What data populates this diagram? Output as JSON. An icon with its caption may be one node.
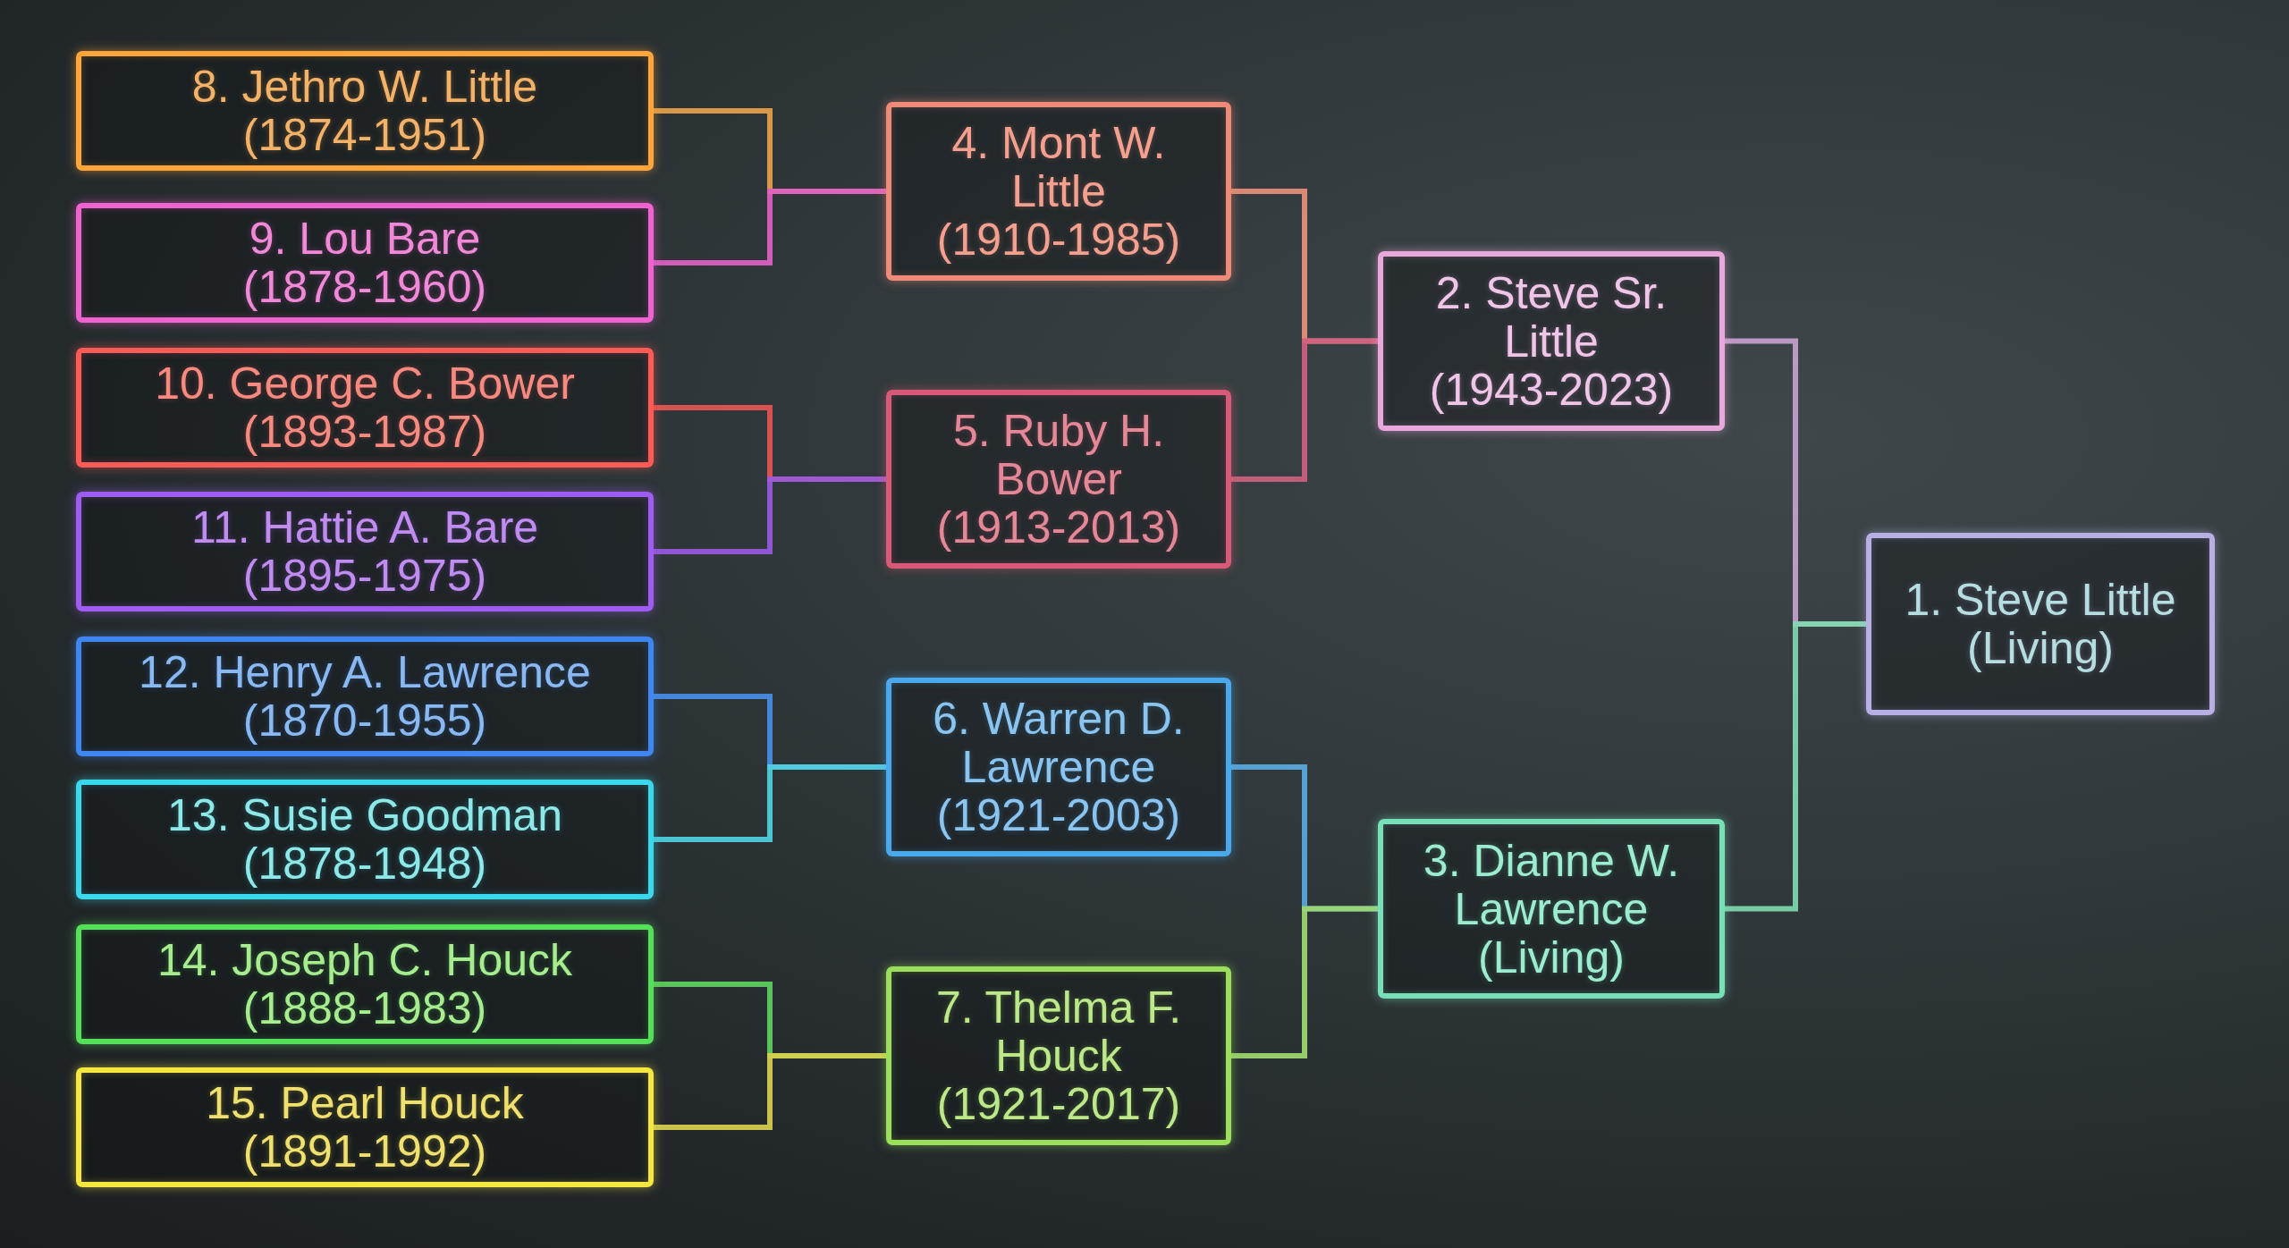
{
  "diagram": {
    "nodes": [
      {
        "text": [
          "8. Jethro W. Little",
          "(1874-1951)"
        ]
      },
      {
        "text": [
          "9. Lou Bare",
          "(1878-1960)"
        ]
      },
      {
        "text": [
          "10. George C. Bower",
          "(1893-1987)"
        ]
      },
      {
        "text": [
          "11. Hattie A. Bare",
          "(1895-1975)"
        ]
      },
      {
        "text": [
          "12. Henry A. Lawrence",
          "(1870-1955)"
        ]
      },
      {
        "text": [
          "13. Susie Goodman",
          "(1878-1948)"
        ]
      },
      {
        "text": [
          "14. Joseph C. Houck",
          "(1888-1983)"
        ]
      },
      {
        "text": [
          "15. Pearl Houck",
          "(1891-1992)"
        ]
      },
      {
        "text": [
          "4. Mont W. Little",
          "(1910-1985)"
        ]
      },
      {
        "text": [
          "5. Ruby H. Bower",
          "(1913-2013)"
        ]
      },
      {
        "text": [
          "6. Warren D. Lawrence",
          "(1921-2003)"
        ]
      },
      {
        "text": [
          "7. Thelma F. Houck",
          "(1921-2017)"
        ]
      },
      {
        "text": [
          "2. Steve Sr. Little",
          "(1943-2023)"
        ]
      },
      {
        "text": [
          "3. Dianne W. Lawrence",
          "(Living)"
        ]
      },
      {
        "text": [
          "1. Steve Little",
          "(Living)"
        ]
      }
    ],
    "edges": [
      {
        "from": 0,
        "to": 8,
        "arrow": "none",
        "color": "#e8a04a"
      },
      {
        "from": 1,
        "to": 8,
        "arrow": "none",
        "color": "#e060c4"
      },
      {
        "from": 2,
        "to": 9,
        "arrow": "none",
        "color": "#e85450"
      },
      {
        "from": 3,
        "to": 9,
        "arrow": "none",
        "color": "#9a5ae0"
      },
      {
        "from": 4,
        "to": 10,
        "arrow": "none",
        "color": "#4a8ee8"
      },
      {
        "from": 5,
        "to": 10,
        "arrow": "none",
        "color": "#50d0e0"
      },
      {
        "from": 6,
        "to": 11,
        "arrow": "none",
        "color": "#60d060"
      },
      {
        "from": 7,
        "to": 11,
        "arrow": "none",
        "color": "#d8d050"
      },
      {
        "from": 8,
        "to": 12,
        "arrow": "none",
        "color": "#e8907a"
      },
      {
        "from": 9,
        "to": 12,
        "arrow": "none",
        "color": "#d06080"
      },
      {
        "from": 10,
        "to": 13,
        "arrow": "none",
        "color": "#5aaae0"
      },
      {
        "from": 11,
        "to": 13,
        "arrow": "none",
        "color": "#a0d870"
      },
      {
        "from": 12,
        "to": 14,
        "arrow": "none",
        "color": "#c8a0d0"
      },
      {
        "from": 13,
        "to": 14,
        "arrow": "none",
        "color": "#80d8b0"
      }
    ]
  }
}
